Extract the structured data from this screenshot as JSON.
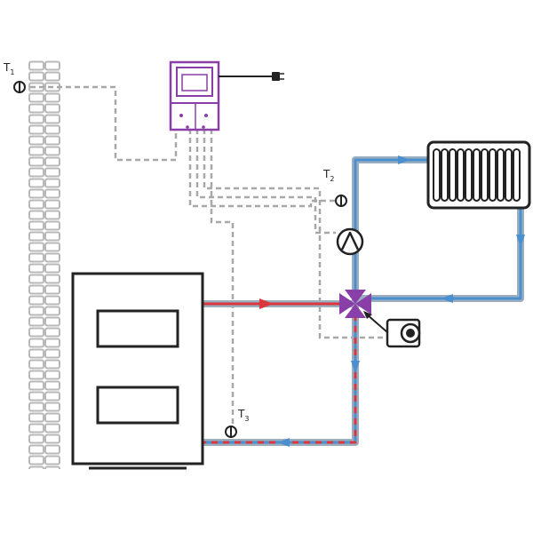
{
  "sensors": [
    {
      "letter": "T",
      "index": "1"
    },
    {
      "letter": "T",
      "index": "2"
    },
    {
      "letter": "T",
      "index": "3"
    }
  ],
  "colors": {
    "hot_pipe": "#d9363e",
    "return_pipe": "#4a8fcf",
    "pipe_casing": "#9aaebf",
    "controller": "#8a3fa8",
    "valve": "#8a3fa8",
    "wire_dashed": "#a8a8a8",
    "outline": "#222222",
    "wall_brick": "#b8b8b8"
  },
  "icons": {
    "wall": "brick-wall-icon",
    "controller": "controller-unit-icon",
    "plug": "power-plug-icon",
    "boiler": "boiler-icon",
    "radiator": "radiator-icon",
    "pump": "circulation-pump-icon",
    "valve": "three-way-valve-icon",
    "actuator": "valve-actuator-icon",
    "sensor": "temperature-sensor-icon"
  }
}
